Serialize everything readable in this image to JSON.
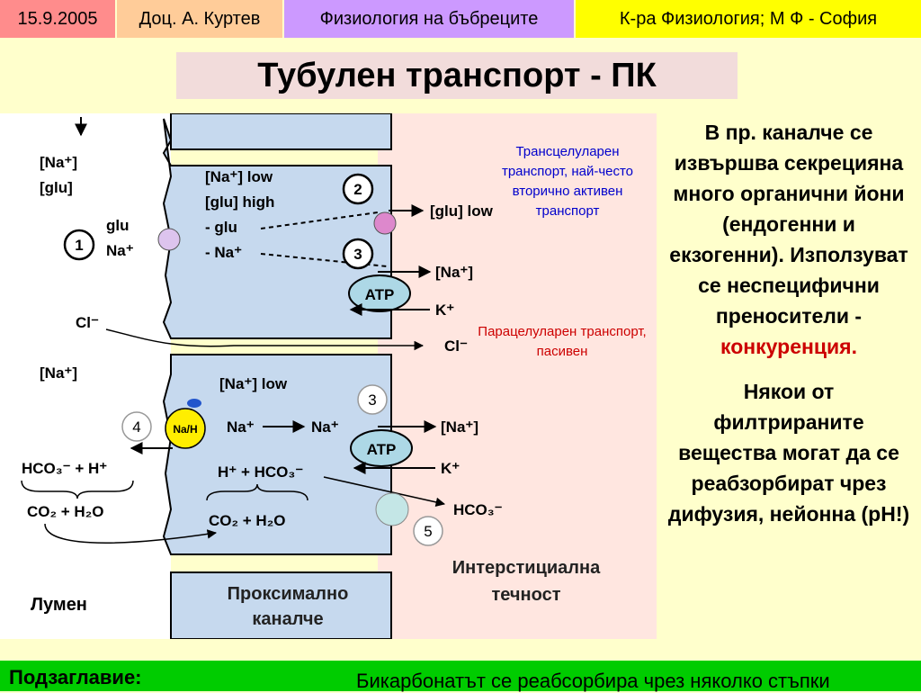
{
  "header": {
    "date": "15.9.2005",
    "author": "Доц. А. Куртев",
    "topic": "Физиология на бъбреците",
    "department": "К-ра Физиология; М Ф - София"
  },
  "title": "Тубулен транспорт - ПК",
  "diagram": {
    "lumen_na": "[Na⁺]",
    "lumen_glu": "[glu]",
    "cell1_na_low": "[Na⁺] low",
    "cell1_glu_high": "[glu] high",
    "glu": "glu",
    "na": "Na⁺",
    "minus_glu": "- glu",
    "minus_na": "- Na⁺",
    "glu_low": "[glu] low",
    "interstitial_na": "[Na⁺]",
    "k": "K⁺",
    "atp": "ATP",
    "cl": "Cl⁻",
    "lumen_na2": "[Na⁺]",
    "cell2_na_low": "[Na⁺] low",
    "na_h": "Na/H",
    "hco3_h_lumen": "HCO₃⁻ + H⁺",
    "co2_h2o_lumen": "CO₂ + H₂O",
    "h_hco3_cell": "H⁺ + HCO₃⁻",
    "co2_h2o_cell": "CO₂ + H₂O",
    "hco3_int": "HCO₃⁻",
    "num1": "1",
    "num2": "2",
    "num3": "3",
    "num4": "4",
    "num5": "5",
    "transcellular": "Трансцелуларен транспорт, най-често вторично активен транспорт",
    "paracellular": "Парацелуларен транспорт, пасивен",
    "interstitial_label": "Интерстициална течност",
    "proximal_label": "Проксимално каналче",
    "lumen_label": "Лумен"
  },
  "side": {
    "p1_main": "В пр. каналче се извършва секрецияна много органични йони (ендогенни и екзогенни). Използуват се неспецифични преносители -",
    "p1_red": "конкуренция.",
    "p2": "Някои от филтрираните вещества могат да се реабзорбират чрез дифузия, нейонна (pH!)"
  },
  "footer": {
    "label": "Подзаглавие:",
    "text": "Бикарбонатът се реабсорбира чрез няколко стъпки"
  }
}
